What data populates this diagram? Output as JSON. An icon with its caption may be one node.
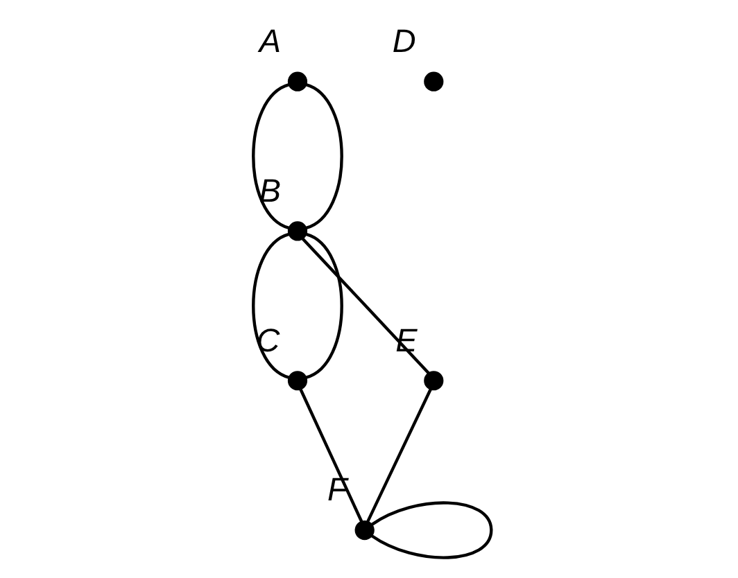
{
  "diagram": {
    "nodes": [
      {
        "text": [],
        "shape": "circle",
        "beside": [
          "A"
        ]
      },
      {
        "text": [],
        "shape": "circle",
        "beside": [
          "B"
        ]
      },
      {
        "text": [],
        "shape": "circle",
        "beside": [
          "D"
        ]
      },
      {
        "text": [],
        "shape": "circle",
        "beside": [
          "C"
        ]
      },
      {
        "text": [],
        "shape": "circle",
        "beside": [
          "E"
        ]
      },
      {
        "text": [],
        "shape": "circle",
        "beside": [
          "F"
        ]
      }
    ],
    "edges": [
      {
        "from": 0,
        "to": 1,
        "arrow": "none"
      },
      {
        "from": 0,
        "to": 1,
        "arrow": "none"
      },
      {
        "from": 1,
        "to": 3,
        "arrow": "none"
      },
      {
        "from": 1,
        "to": 3,
        "arrow": "none"
      },
      {
        "from": 1,
        "to": 4,
        "arrow": "none"
      },
      {
        "from": 3,
        "to": 5,
        "arrow": "none"
      },
      {
        "from": 4,
        "to": 5,
        "arrow": "none"
      },
      {
        "from": 5,
        "to": 5,
        "arrow": "none"
      }
    ]
  }
}
